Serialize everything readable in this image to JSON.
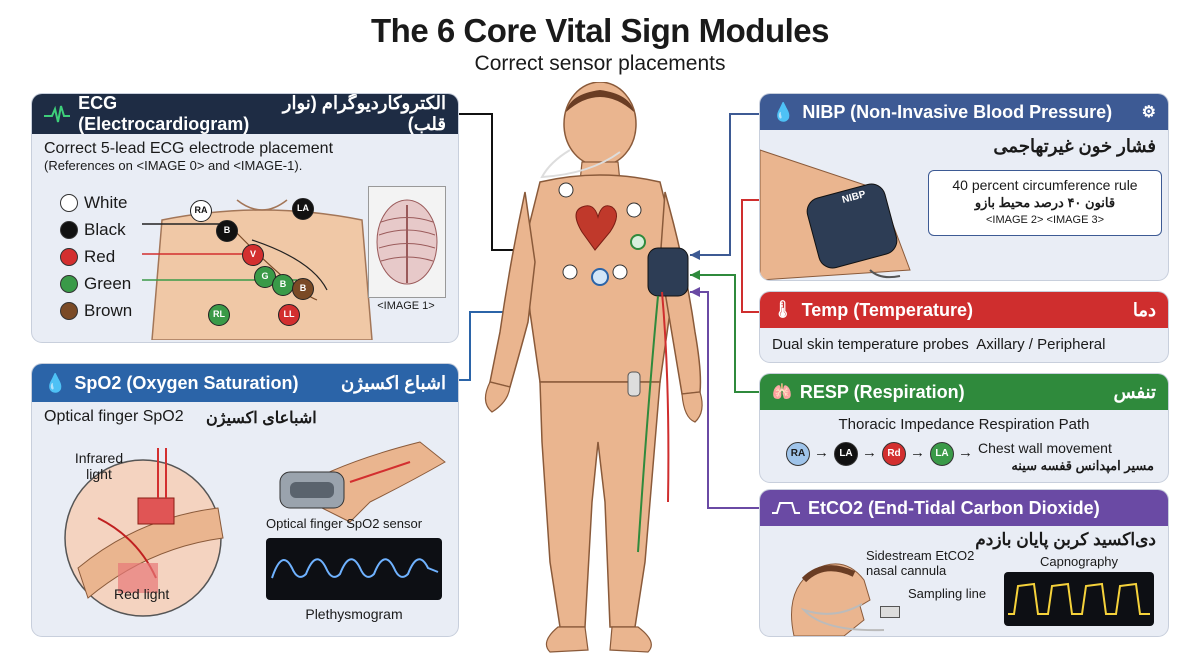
{
  "header": {
    "title": "The 6 Core Vital Sign Modules",
    "subtitle": "Correct sensor placements"
  },
  "colors": {
    "ecg": "#1e2c44",
    "spo2": "#2b64a8",
    "nibp": "#3d5a94",
    "temp": "#cf2e2e",
    "resp": "#2f8a3c",
    "etco2": "#6a4aa4"
  },
  "ecg": {
    "title": "ECG (Electrocardiogram)",
    "title_fa": "الکتروکاردیوگرام (نوار قلب)",
    "line1": "Correct 5-lead ECG electrode placement",
    "line2": "(References on <IMAGE 0> and <IMAGE-1).",
    "legend": [
      "White",
      "Black",
      "Red",
      "Green",
      "Brown"
    ],
    "legend_colors": [
      "#ffffff",
      "#111111",
      "#d32f2f",
      "#3a9a48",
      "#7a4a26"
    ],
    "electrodes": [
      "RA",
      "LA",
      "B",
      "V",
      "G",
      "B",
      "B",
      "RL",
      "LL"
    ],
    "image_ref": "<IMAGE 1>",
    "icon": "ecg-wave-icon"
  },
  "spo2": {
    "title": "SpO2 (Oxygen Saturation)",
    "title_fa": "اشباع اکسیژن",
    "subtitle": "Optical finger SpO2",
    "subtitle_fa": "اشباعای اکسیژن",
    "infrared": "Infrared light",
    "red_light": "Red light",
    "sensor_label": "Optical finger SpO2 sensor",
    "pleth_label": "Plethysmogram",
    "icon": "drop-icon"
  },
  "nibp": {
    "title": "NIBP (Non-Invasive Blood Pressure)",
    "title_fa": "فشار خون غیرتهاجمی",
    "cuff_label": "NIBP",
    "rule": "40 percent circumference rule",
    "rule_fa": "قانون ۴۰ درصد محیط بازو",
    "image_ref": "<IMAGE 2> <IMAGE 3>",
    "icon": "drop-icon"
  },
  "temp": {
    "title": "Temp (Temperature)",
    "title_fa": "دما",
    "text": "Dual skin temperature probes  Axillary / Peripheral",
    "icon": "thermometer-icon"
  },
  "resp": {
    "title": "RESP (Respiration)",
    "title_fa": "تنفس",
    "path_title": "Thoracic Impedance Respiration Path",
    "chain": [
      "RA",
      "LA",
      "Rd",
      "LA"
    ],
    "movement": "Chest wall movement",
    "movement_fa": "مسیر امپدانس قفسه سینه",
    "icon": "lungs-icon"
  },
  "etco2": {
    "title": "EtCO2 (End-Tidal Carbon Dioxide)",
    "title_fa": "دی‌اکسید کربن پایان بازدم",
    "cannula": "Sidestream EtCO2 nasal cannula",
    "sampling": "Sampling line",
    "capnography": "Capnography",
    "icon": "capnogram-icon"
  }
}
